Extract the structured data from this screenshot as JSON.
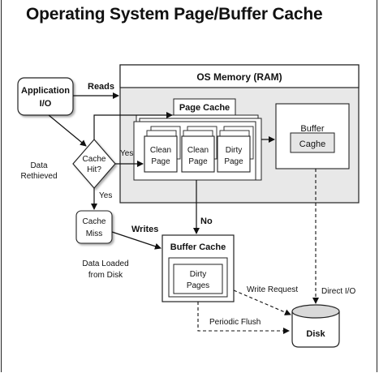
{
  "title": "Operating System Page/Buffer Cache",
  "nodes": {
    "application": [
      "Application",
      "I/O"
    ],
    "os_memory": "OS Memory (RAM)",
    "page_cache": "Page Cache",
    "clean_page_1": [
      "Clean",
      "Page"
    ],
    "clean_page_2": [
      "Clean",
      "Page"
    ],
    "dirty_page_top": [
      "Dirty",
      "Page"
    ],
    "buffer_label": "Buffer",
    "buffer_inner": "Caghe",
    "cache_hit": [
      "Cache",
      "Hit?"
    ],
    "cache_miss": [
      "Cache",
      "Miss"
    ],
    "buffer_cache": "Buffer Cache",
    "dirty_pages": [
      "Dirty",
      "Pages"
    ],
    "disk": "Disk"
  },
  "edge_labels": {
    "reads": "Reads",
    "yes_right": "Yes",
    "yes_down": "Yes",
    "data_retrieved": [
      "Data",
      "Rethieved"
    ],
    "no": "No",
    "writes": "Writes",
    "data_loaded": [
      "Data Loaded",
      "from Disk"
    ],
    "write_request": "Write Request",
    "direct_io": "Direct I/O",
    "periodic_flush": "Periodic Flush"
  }
}
